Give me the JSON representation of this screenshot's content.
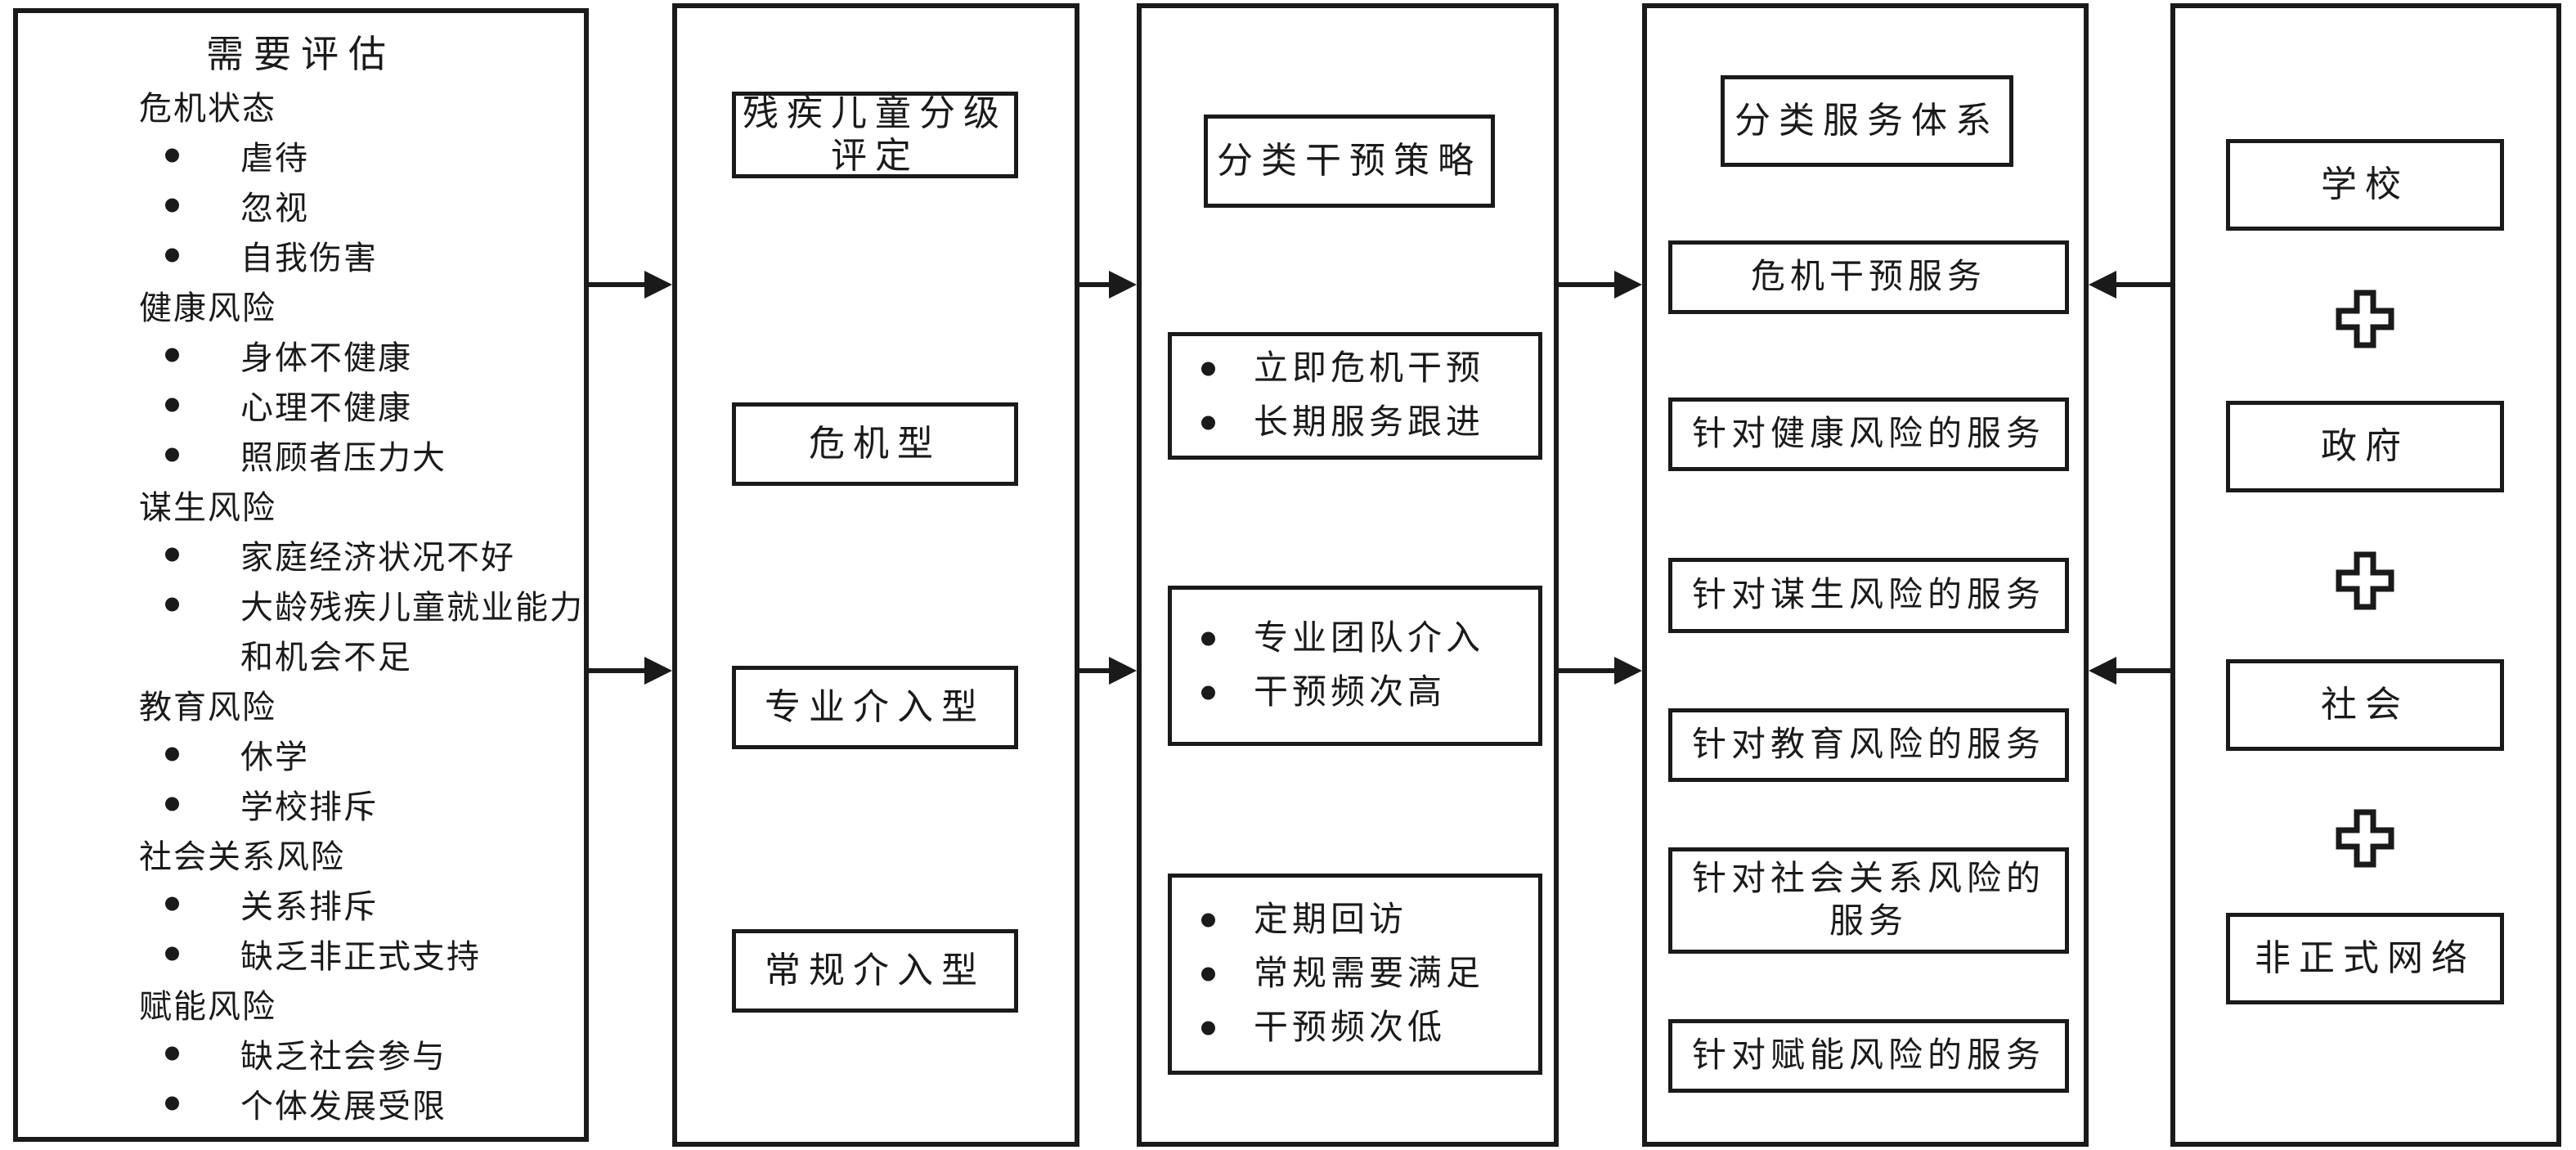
{
  "page": {
    "background": "#ffffff",
    "ink": "#1a1a1a"
  },
  "col1": {
    "title": "需要评估",
    "items": [
      {
        "text": "危机状态"
      },
      {
        "text": "虐待"
      },
      {
        "text": "忽视"
      },
      {
        "text": "自我伤害"
      },
      {
        "text": "健康风险"
      },
      {
        "text": "身体不健康"
      },
      {
        "text": "心理不健康"
      },
      {
        "text": "照顾者压力大"
      },
      {
        "text": "谋生风险"
      },
      {
        "text": "家庭经济状况不好"
      },
      {
        "text": "大龄残疾儿童就业能力"
      },
      {
        "text": "和机会不足"
      },
      {
        "text": "教育风险"
      },
      {
        "text": "休学"
      },
      {
        "text": "学校排斥"
      },
      {
        "text": "社会关系风险"
      },
      {
        "text": "关系排斥"
      },
      {
        "text": "缺乏非正式支持"
      },
      {
        "text": "赋能风险"
      },
      {
        "text": "缺乏社会参与"
      },
      {
        "text": "个体发展受限"
      }
    ]
  },
  "col2": {
    "header": "残疾儿童分级评定",
    "boxes": [
      "危机型",
      "专业介入型",
      "常规介入型"
    ]
  },
  "col3": {
    "header": "分类干预策略",
    "boxes": [
      {
        "lines": [
          "立即危机干预",
          "长期服务跟进"
        ]
      },
      {
        "lines": [
          "专业团队介入",
          "干预频次高"
        ]
      },
      {
        "lines": [
          "定期回访",
          "常规需要满足",
          "干预频次低"
        ]
      }
    ]
  },
  "col4": {
    "header": "分类服务体系",
    "boxes": [
      "危机干预服务",
      "针对健康风险的服务",
      "针对谋生风险的服务",
      "针对教育风险的服务",
      "针对社会关系风险的服务",
      "针对赋能风险的服务"
    ]
  },
  "col5": {
    "boxes": [
      "学校",
      "政府",
      "社会",
      "非正式网络"
    ]
  }
}
